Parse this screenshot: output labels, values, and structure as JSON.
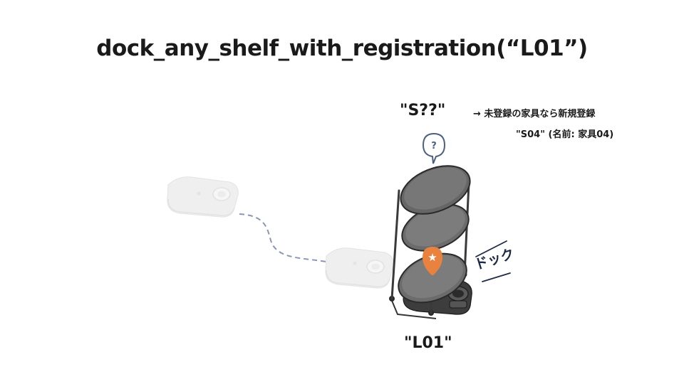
{
  "title": "dock_any_shelf_with_registration(“L01”)",
  "shelf_label": "\"S??\"",
  "note_line1": "→ 未登録の家具なら新規登録",
  "note_line2": "\"S04\" (名前: 家具04)",
  "dock_label": "ドック",
  "position_label": "\"L01\"",
  "unknown_marker": "?",
  "star_marker": "★",
  "colors": {
    "marker_orange": "#e9823f",
    "path_dashed": "#8c95b8",
    "text_dark": "#1a1a1a",
    "dock_text": "#1e2b45",
    "shelf_gray": "#6f6f6f"
  }
}
